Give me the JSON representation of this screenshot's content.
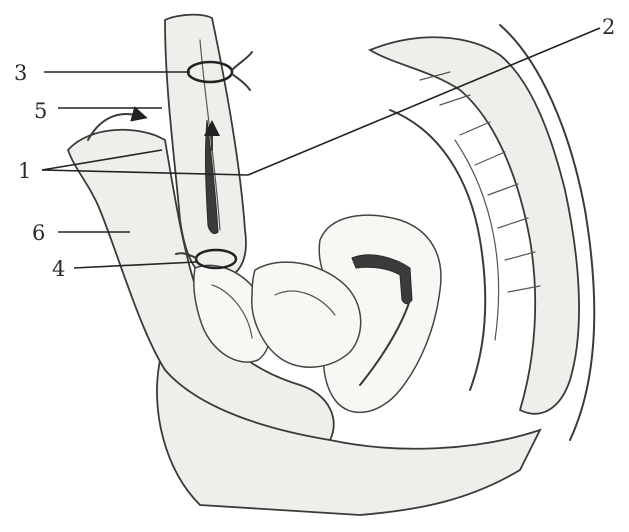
{
  "figure": {
    "labels": [
      "1",
      "2",
      "3",
      "4",
      "5",
      "6"
    ],
    "colors": {
      "ink": "#3a3a3a",
      "paper": "#ffffff",
      "tissue": "#eeeeea",
      "shade": "#3b3b3b"
    }
  }
}
